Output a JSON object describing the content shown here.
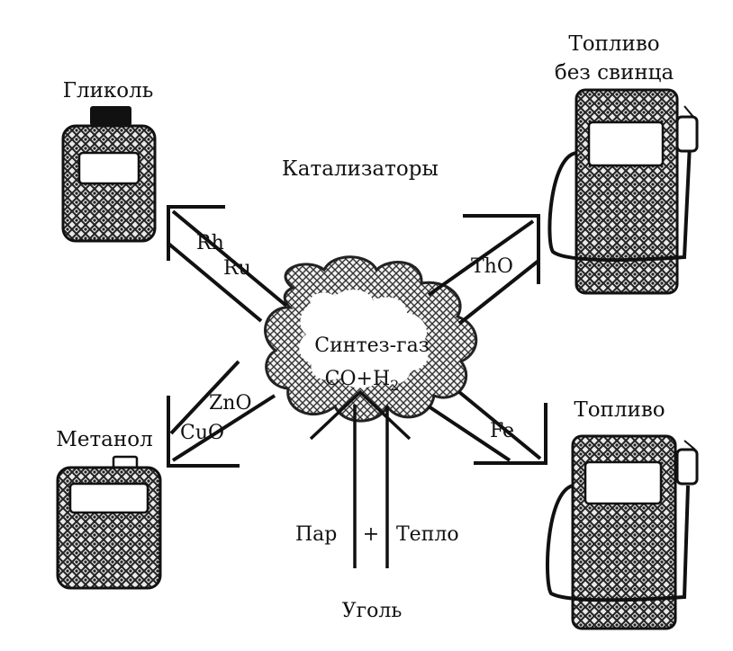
{
  "diagram": {
    "center": {
      "line1": "Синтез-газ",
      "line2_prefix": "CO+H",
      "line2_sub": "2"
    },
    "catalysts_heading": "Катализаторы",
    "source": {
      "label": "Уголь",
      "left": "Пар",
      "plus": "+",
      "right": "Тепло"
    },
    "branches": [
      {
        "id": "glycol",
        "product": "Гликоль",
        "catalysts": [
          "Rh",
          "Ru"
        ]
      },
      {
        "id": "methanol",
        "product": "Метанол",
        "catalysts": [
          "ZnO",
          "CuO"
        ]
      },
      {
        "id": "unleaded-fuel",
        "product_lines": [
          "Топливо",
          "без свинца"
        ],
        "catalysts": [
          "ThO"
        ]
      },
      {
        "id": "fuel",
        "product": "Топливо",
        "catalysts": [
          "Fe"
        ]
      }
    ]
  }
}
